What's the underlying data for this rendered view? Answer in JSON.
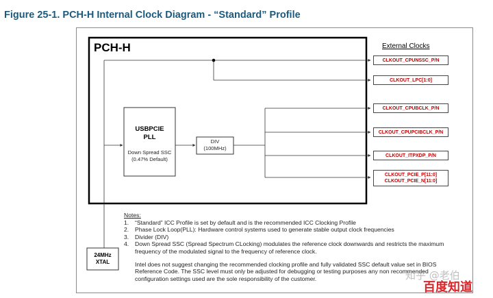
{
  "figure_title": "Figure 25-1. PCH-H Internal Clock Diagram - “Standard” Profile",
  "pch_label": "PCH-H",
  "pll": {
    "name_line1": "USBPCIE",
    "name_line2": "PLL",
    "spread_line1": "Down Spread SSC",
    "spread_line2": "(0.47% Default)"
  },
  "div": {
    "line1": "DIV",
    "line2": "(100MHz)"
  },
  "xtal": {
    "line1": "24MHz",
    "line2": "XTAL"
  },
  "external_clocks_header": "External Clocks",
  "clock_outputs": [
    {
      "label": "CLKOUT_CPUNSSC_P/N"
    },
    {
      "label": "CLKOUT_LPC[1:0]"
    },
    {
      "label": "CLKOUT_CPUBCLK_P/N"
    },
    {
      "label": "CLKOUT_CPUPCIBCLK_P/N"
    },
    {
      "label": "CLKOUT_ITPXDP_P/N"
    },
    {
      "label": "CLKOUT_PCIE_P[11:0]",
      "label2": "CLKOUT_PCIE_N[11:0]"
    }
  ],
  "notes": {
    "heading": "Notes:",
    "items": [
      {
        "num": "1.",
        "text": "“Standard” ICC Profile is set by default and is the recommended ICC Clocking Profile"
      },
      {
        "num": "2.",
        "text": "Phase Lock Loop(PLL): Hardware control systems used to generate stable output clock frequencies"
      },
      {
        "num": "3.",
        "text": "Divider (DIV)"
      },
      {
        "num": "4.",
        "text": "Down Spread SSC (Spread Spectrum CLocking) modulates the reference clock downwards and restricts the maximum frequency of the modulated signal to the frequency of reference clock."
      }
    ],
    "disclaimer": "Intel does not suggest changing the recommended clocking profile and fully validated SSC default value set in BIOS Reference Code. The SSC level must only be adjusted for debugging or testing purposes any non recommended configuration settings used are the sole responsibility of the customer."
  },
  "watermark": {
    "zhihu": "知乎 @老伯",
    "baidu": "百度知道"
  }
}
